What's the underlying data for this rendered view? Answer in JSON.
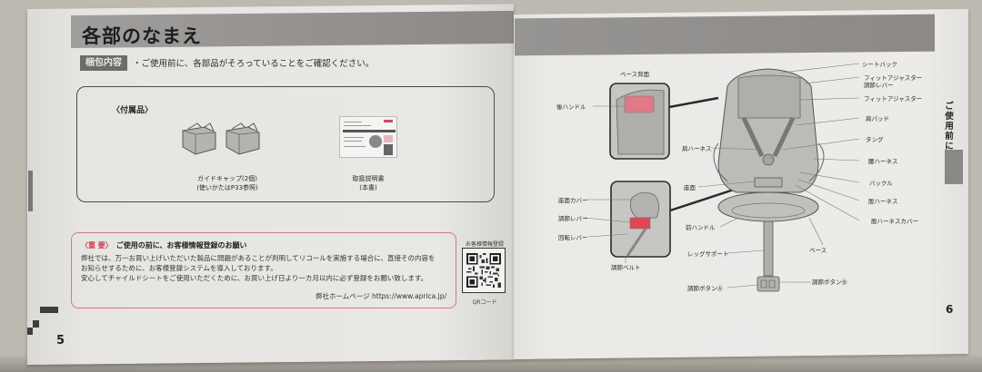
{
  "left_page": {
    "title": "各部のなまえ",
    "package_label": "梱包内容",
    "package_text": "・ご使用前に、各部品がそろっていることをご確認ください。",
    "accessories": {
      "heading": "〈付属品〉",
      "items": [
        {
          "name": "ガイドキャップ(2個)",
          "note": "(使いかたはP33参照)"
        },
        {
          "name": "取扱説明書",
          "note": "(本書)"
        }
      ]
    },
    "notice": {
      "tag": "〈重 要〉",
      "title": "ご使用の前に、お客様情報登録のお願い",
      "lines": [
        "弊社では、万一お買い上げいただいた製品に問題があることが判明してリコールを実施する場合に、直接その内容を",
        "お知らせするために、お客様登録システムを導入しております。",
        "安心してチャイルドシートをご使用いただくために、お買い上げ日より一カ月以内に必ず登録をお願い致します。"
      ],
      "url_label": "弊社ホームページ https://www.aprica.jp/"
    },
    "qr": {
      "label": "お客様情報登録",
      "caption": "QRコード"
    },
    "page_number": "5"
  },
  "right_page": {
    "side_tab": "ご使用前に",
    "page_number": "6",
    "inset_top": {
      "title": "ベース背面",
      "labels": [
        "後ハンドル"
      ]
    },
    "inset_bottom": {
      "labels": [
        "座面カバー",
        "調節レバー",
        "回転レバー",
        "調節ベルト"
      ]
    },
    "center_labels": [
      "肩ハーネス",
      "座面",
      "前ハンドル",
      "レッグサポート",
      "調節ボタンⒶ"
    ],
    "right_labels": [
      "シートバック",
      "フィットアジャスター",
      "調節レバー",
      "フィットアジャスター",
      "肩パッド",
      "タング",
      "腰ハーネス",
      "バックル",
      "股ハーネス",
      "股ハーネスカバー",
      "ベース",
      "調節ボタンⒷ"
    ]
  },
  "colors": {
    "header_gray": "#8c8987",
    "accent_red": "#d23a4e",
    "notice_border": "#d27a8a",
    "handle_pink": "#e07a86"
  }
}
